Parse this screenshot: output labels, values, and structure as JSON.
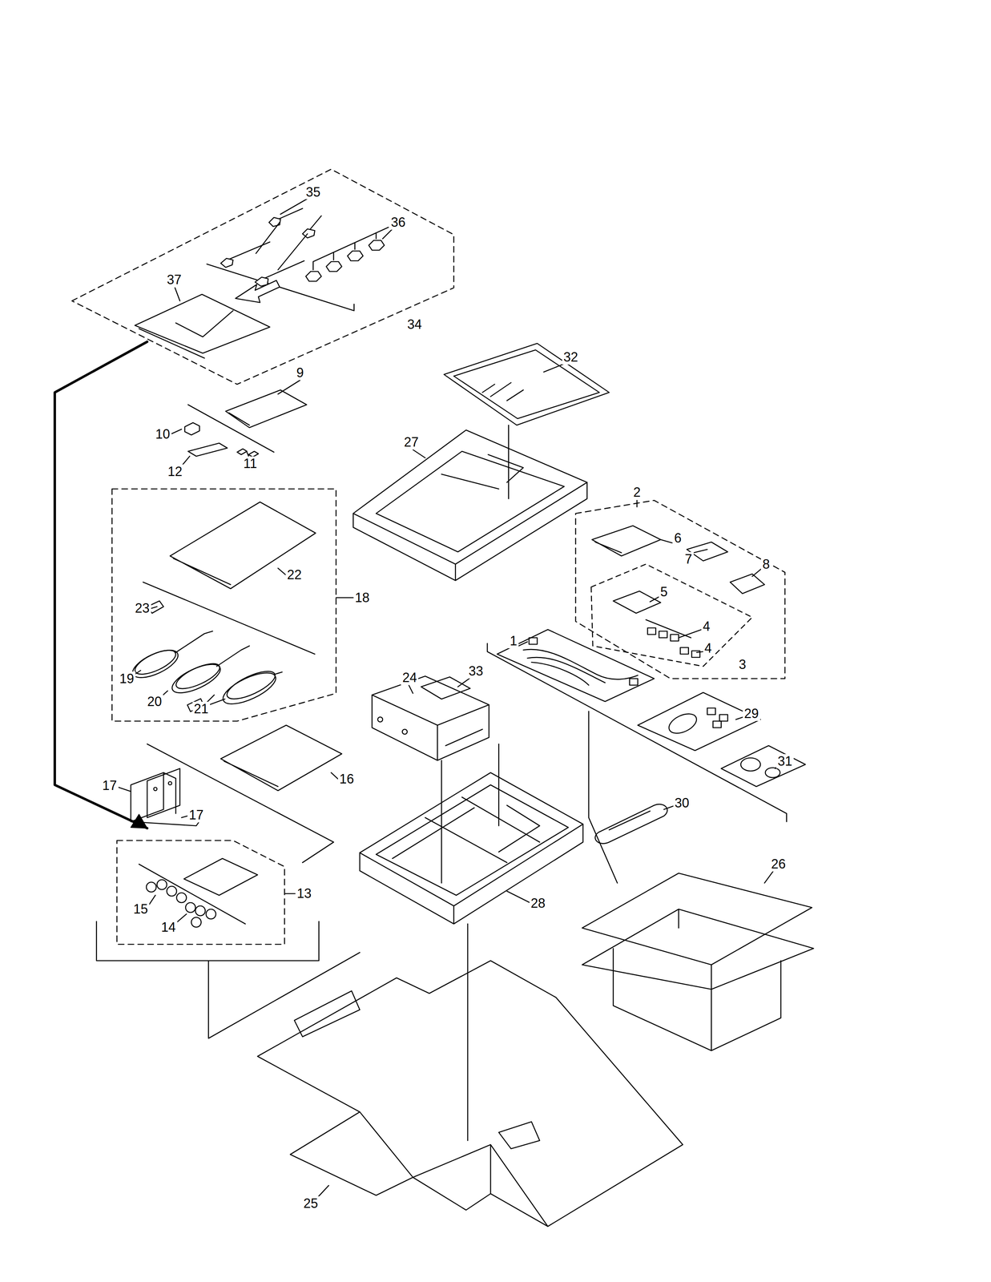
{
  "diagram": {
    "labels": [
      "35",
      "36",
      "37",
      "34",
      "9",
      "32",
      "10",
      "27",
      "11",
      "12",
      "2",
      "6",
      "7",
      "8",
      "5",
      "22",
      "18",
      "23",
      "4",
      "4",
      "3",
      "24",
      "33",
      "1",
      "19",
      "20",
      "21",
      "29",
      "31",
      "16",
      "17",
      "17",
      "30",
      "26",
      "13",
      "28",
      "15",
      "14",
      "25"
    ]
  }
}
